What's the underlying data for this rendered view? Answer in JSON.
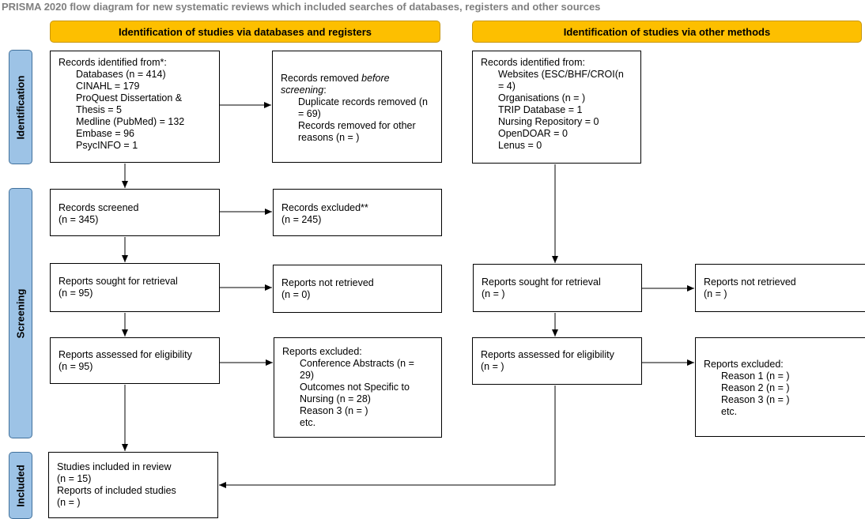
{
  "title": "PRISMA 2020 flow diagram for new systematic reviews which included searches of databases, registers and other sources",
  "headers": {
    "databases": "Identification of studies via databases and registers",
    "other": "Identification of studies via other methods"
  },
  "stages": {
    "identification": "Identification",
    "screening": "Screening",
    "included": "Included"
  },
  "boxes": {
    "records_identified": {
      "heading": "Records identified from*:",
      "lines": [
        "Databases (n = 414)",
        "CINAHL = 179",
        "ProQuest Dissertation &",
        "Thesis = 5",
        "Medline (PubMed) = 132",
        "Embase = 96",
        "PsycINFO = 1"
      ]
    },
    "records_removed": {
      "heading_start": "Records removed ",
      "heading_italic": "before screening",
      "heading_end": ":",
      "lines": [
        "Duplicate records removed (n",
        "= 69)",
        "Records removed for other",
        "reasons (n = )"
      ]
    },
    "other_identified": {
      "heading": "Records identified from:",
      "lines": [
        "Websites (ESC/BHF/CROI(n",
        "= 4)",
        "Organisations (n = )",
        "TRIP Database = 1",
        "Nursing Repository = 0",
        "OpenDOAR = 0",
        "Lenus = 0"
      ]
    },
    "records_screened": {
      "label": "Records screened",
      "count": "(n = 345)"
    },
    "records_excluded": {
      "label": "Records excluded**",
      "count": "(n = 245)"
    },
    "sought_db": {
      "label": "Reports sought for retrieval",
      "count": "(n = 95)"
    },
    "not_retrieved_db": {
      "label": "Reports not retrieved",
      "count": "(n = 0)"
    },
    "sought_other": {
      "label": "Reports sought for retrieval",
      "count": "(n = )"
    },
    "not_retrieved_other": {
      "label": "Reports not retrieved",
      "count": "(n = )"
    },
    "assessed_db": {
      "label": "Reports assessed for eligibility",
      "count": "(n = 95)"
    },
    "excluded_db": {
      "heading": "Reports excluded:",
      "lines": [
        "Conference Abstracts (n =",
        "29)",
        "Outcomes not Specific to",
        "Nursing (n = 28)",
        "Reason 3 (n = )",
        "etc."
      ]
    },
    "assessed_other": {
      "label": "Reports assessed for eligibility",
      "count": "(n = )"
    },
    "excluded_other": {
      "heading": "Reports excluded:",
      "lines": [
        "Reason 1 (n = )",
        "Reason 2 (n = )",
        "Reason 3 (n = )",
        "etc."
      ]
    },
    "included": {
      "lines": [
        "Studies included in review",
        "(n = 15)",
        "Reports of included studies",
        "(n = )"
      ]
    }
  }
}
